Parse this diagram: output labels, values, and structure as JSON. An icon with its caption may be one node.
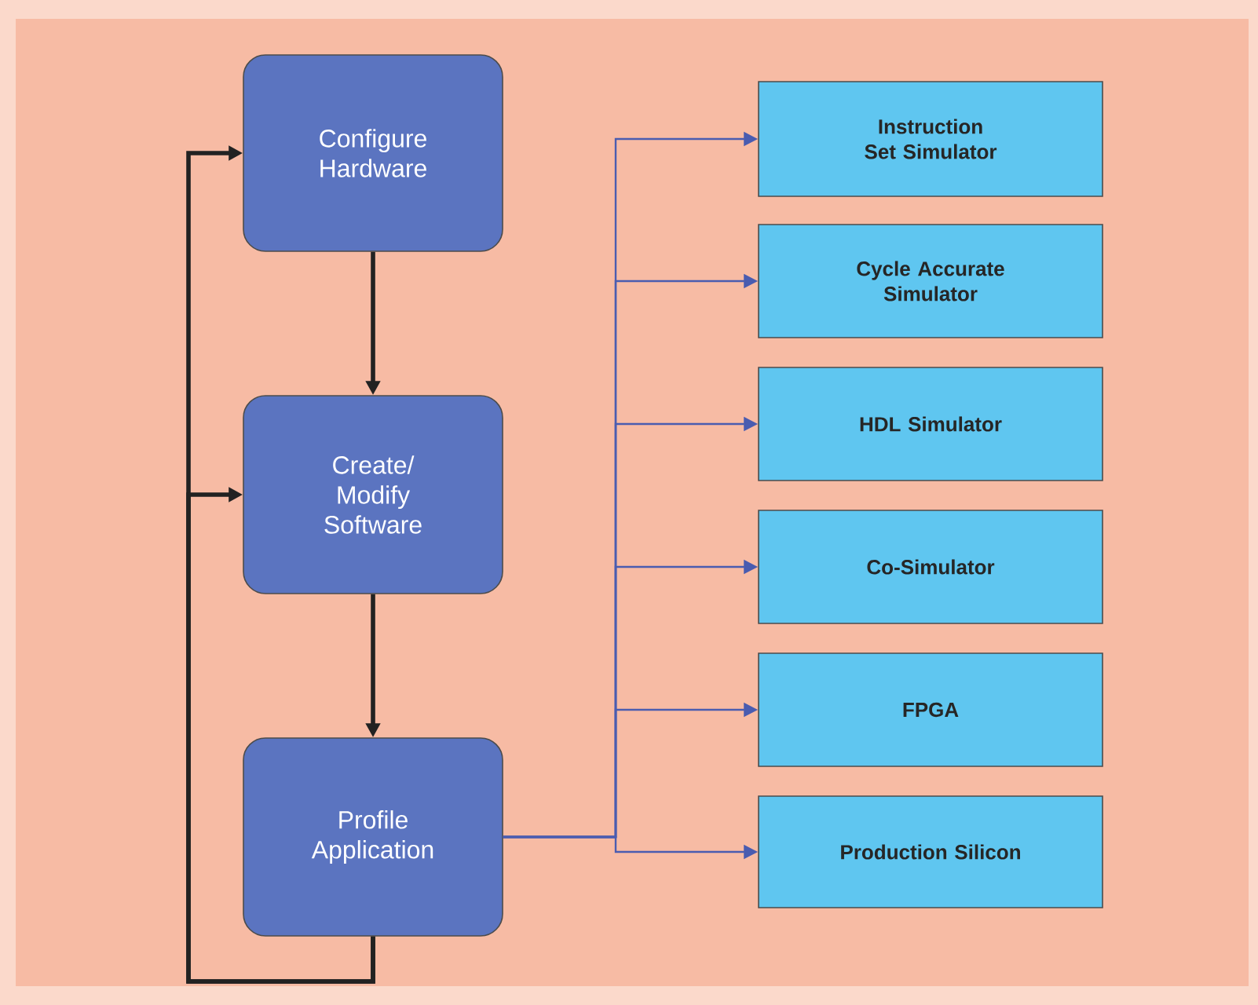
{
  "diagram": {
    "nodes": [
      {
        "text": [
          "Configure Hardware"
        ]
      },
      {
        "text": [
          "Create/ Modify Software"
        ]
      },
      {
        "text": [
          "Profile Application"
        ]
      },
      {
        "text": [
          "Instruction Set Simulator"
        ]
      },
      {
        "text": [
          "Cycle Accurate Simulator"
        ]
      },
      {
        "text": [
          "HDL Simulator"
        ]
      },
      {
        "text": [
          "Co-Simulator"
        ]
      },
      {
        "text": [
          "FPGA"
        ]
      },
      {
        "text": [
          "Production Silicon"
        ]
      }
    ],
    "edges": [
      {
        "from": 0,
        "to": 1,
        "arrow": "to",
        "style": "thick",
        "color": "#222222"
      },
      {
        "from": 1,
        "to": 2,
        "arrow": "to",
        "style": "thick",
        "color": "#222222"
      },
      {
        "from": 2,
        "to": 0,
        "arrow": "to",
        "style": "thick",
        "color": "#222222"
      },
      {
        "from": 2,
        "to": 1,
        "arrow": "to",
        "style": "thick",
        "color": "#222222"
      },
      {
        "from": 2,
        "to": 3,
        "arrow": "to"
      },
      {
        "from": 2,
        "to": 4,
        "arrow": "to"
      },
      {
        "from": 2,
        "to": 5,
        "arrow": "to"
      },
      {
        "from": 2,
        "to": 6,
        "arrow": "to"
      },
      {
        "from": 2,
        "to": 7,
        "arrow": "to"
      },
      {
        "from": 2,
        "to": 8,
        "arrow": "to"
      }
    ]
  }
}
